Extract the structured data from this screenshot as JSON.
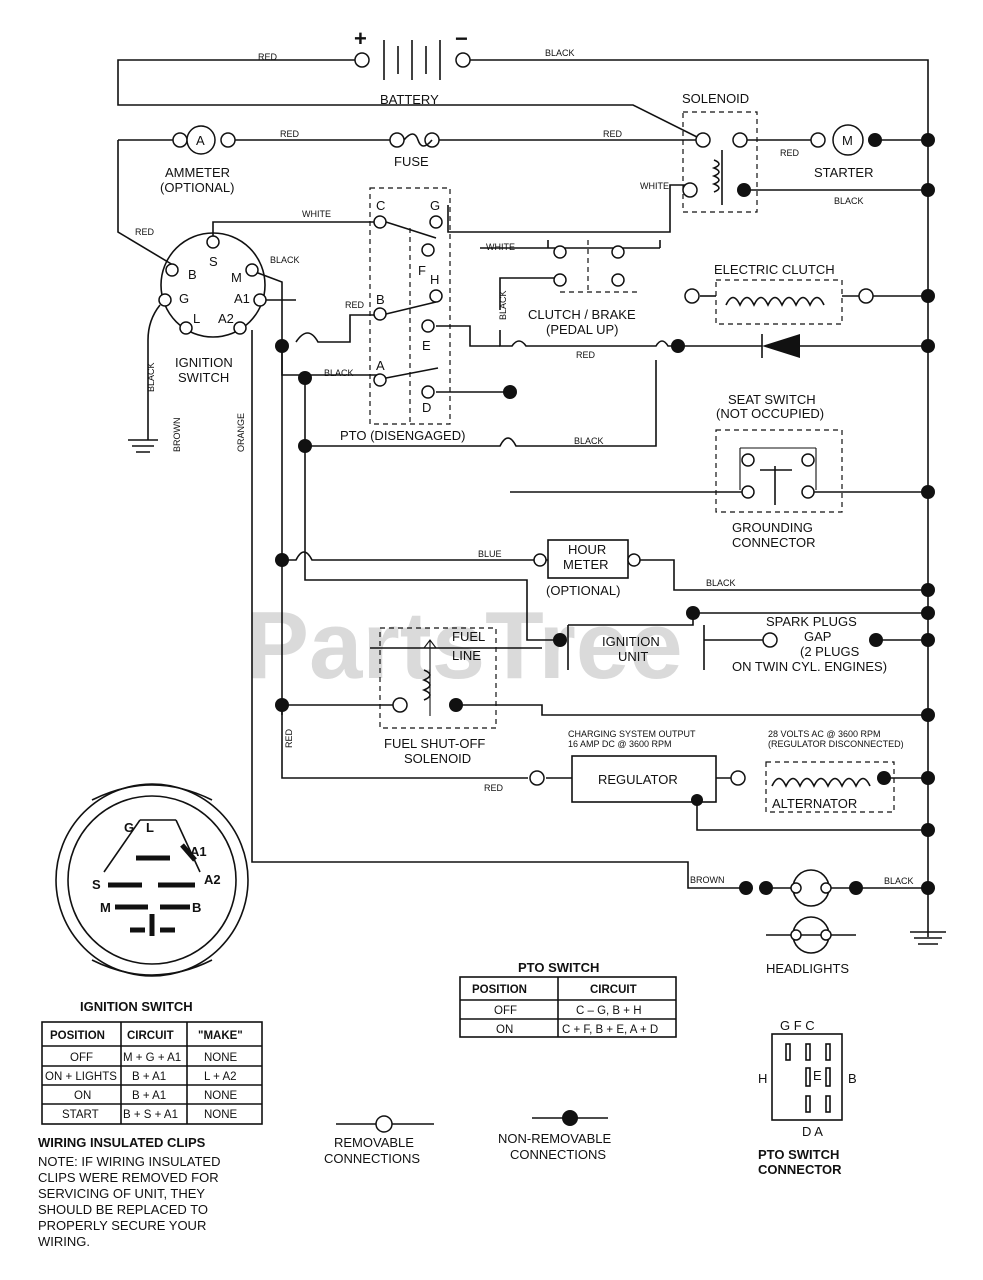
{
  "watermark": "PartsTree",
  "wire_colors": {
    "red": "RED",
    "black": "BLACK",
    "white": "WHITE",
    "blue": "BLUE",
    "brown": "BROWN",
    "orange": "ORANGE"
  },
  "components": {
    "battery": "BATTERY",
    "battery_plus": "+",
    "battery_minus": "−",
    "solenoid": "SOLENOID",
    "ammeter_line1": "AMMETER",
    "ammeter_line2": "(OPTIONAL)",
    "ammeter_symbol": "A",
    "fuse": "FUSE",
    "starter": "STARTER",
    "starter_symbol": "M",
    "electric_clutch": "ELECTRIC CLUTCH",
    "clutch_brake_line1": "CLUTCH / BRAKE",
    "clutch_brake_line2": "(PEDAL UP)",
    "ignition_switch_line1": "IGNITION",
    "ignition_switch_line2": "SWITCH",
    "pto": "PTO (DISENGAGED)",
    "seat_switch_line1": "SEAT SWITCH",
    "seat_switch_line2": "(NOT OCCUPIED)",
    "grounding_line1": "GROUNDING",
    "grounding_line2": "CONNECTOR",
    "hour_meter_line1": "HOUR",
    "hour_meter_line2": "METER",
    "hour_meter_line3": "(OPTIONAL)",
    "ignition_unit_line1": "IGNITION",
    "ignition_unit_line2": "UNIT",
    "spark_line1": "SPARK PLUGS",
    "spark_line2": "GAP",
    "spark_line3": "(2 PLUGS",
    "spark_line4": "ON TWIN CYL. ENGINES)",
    "fuel_line1": "FUEL",
    "fuel_line2": "LINE",
    "fuel_solenoid_line1": "FUEL SHUT-OFF",
    "fuel_solenoid_line2": "SOLENOID",
    "charging_line1": "CHARGING SYSTEM OUTPUT",
    "charging_line2": "16 AMP DC @ 3600 RPM",
    "regulator": "REGULATOR",
    "volts_line1": "28 VOLTS AC @ 3600 RPM",
    "volts_line2": "(REGULATOR DISCONNECTED)",
    "alternator": "ALTERNATOR",
    "headlights": "HEADLIGHTS"
  },
  "ignition_terminals": [
    "S",
    "B",
    "M",
    "G",
    "A1",
    "L",
    "A2"
  ],
  "pto_terminals": [
    "C",
    "G",
    "F",
    "H",
    "B",
    "E",
    "A",
    "D"
  ],
  "ignition_face": {
    "title": "IGNITION SWITCH",
    "labels": [
      "G",
      "L",
      "A1",
      "A2",
      "S",
      "M",
      "B"
    ]
  },
  "ignition_table": {
    "headers": [
      "POSITION",
      "CIRCUIT",
      "\"MAKE\""
    ],
    "rows": [
      [
        "OFF",
        "M + G + A1",
        "NONE"
      ],
      [
        "ON + LIGHTS",
        "B + A1",
        "L + A2"
      ],
      [
        "ON",
        "B + A1",
        "NONE"
      ],
      [
        "START",
        "B + S + A1",
        "NONE"
      ]
    ]
  },
  "pto_table": {
    "title": "PTO SWITCH",
    "headers": [
      "POSITION",
      "CIRCUIT"
    ],
    "rows": [
      [
        "OFF",
        "C – G, B + H"
      ],
      [
        "ON",
        "C + F, B + E, A + D"
      ]
    ]
  },
  "legend": {
    "removable_line1": "REMOVABLE",
    "removable_line2": "CONNECTIONS",
    "nonremovable_line1": "NON-REMOVABLE",
    "nonremovable_line2": "CONNECTIONS"
  },
  "clips_note": {
    "title": "WIRING INSULATED CLIPS",
    "lines": [
      "NOTE: IF WIRING INSULATED",
      "CLIPS WERE REMOVED FOR",
      "SERVICING OF UNIT, THEY",
      "SHOULD BE REPLACED TO",
      "PROPERLY SECURE YOUR",
      "WIRING."
    ]
  },
  "pto_connector": {
    "title_line1": "PTO SWITCH",
    "title_line2": "CONNECTOR",
    "top_labels": "G F C",
    "left_label": "H",
    "right_label": "B",
    "center_label": "E",
    "bottom_labels": "D A"
  }
}
